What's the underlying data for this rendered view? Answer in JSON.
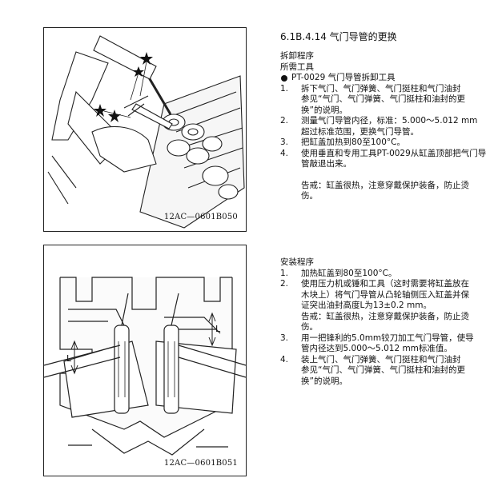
{
  "figures": [
    {
      "code": "12AC—0601B050"
    },
    {
      "code": "12AC—0601B051"
    }
  ],
  "section": {
    "title": "6.1B.4.14 气门导管的更换"
  },
  "removal": {
    "heading": "拆卸程序",
    "tools_heading": "所需工具",
    "tool": "PT-0029 气门导管拆卸工具",
    "steps": [
      {
        "num": "1.",
        "lines": [
          "拆下气门、气门弹簧、气门挺柱和气门油封",
          "参见“气门、气门弹簧、气门挺柱和油封的更",
          "换”的说明。"
        ]
      },
      {
        "num": "2.",
        "lines": [
          "测量气门导管内径，标准：5.000～5.012 mm",
          "超过标准范围，更换气门导管。"
        ]
      },
      {
        "num": "3.",
        "lines": [
          "把缸盖加热到80至100°C。"
        ]
      },
      {
        "num": "4.",
        "lines": [
          "使用垂直和专用工具PT-0029从缸盖顶部把气门导",
          "管敲退出来。"
        ]
      }
    ],
    "warning_lines": [
      "告戒：缸盖很热，注意穿戴保护装备，防止烫",
      "伤。"
    ]
  },
  "install": {
    "heading": "安装程序",
    "steps": [
      {
        "num": "1.",
        "lines": [
          "加热缸盖到80至100°C。"
        ]
      },
      {
        "num": "2.",
        "lines": [
          "使用压力机或锤和工具（这时需要将缸盖放在",
          "木块上）将气门导管从凸轮轴侧压入缸盖并保",
          "证突出油封高度L为13±0.2 mm。",
          "告戒：缸盖很热，注意穿戴保护装备，防止烫",
          "伤。"
        ]
      },
      {
        "num": "3.",
        "lines": [
          "用一把锋利的5.0mm铰刀加工气门导管，使导",
          "管内径达到5.000～5.012 mm标准值。"
        ]
      },
      {
        "num": "4.",
        "lines": [
          "装上气门、气门弹簧、气门挺柱和气门油封",
          "参见“气门、气门弹簧、气门挺柱和油封的更",
          "换”的说明。"
        ]
      }
    ]
  }
}
